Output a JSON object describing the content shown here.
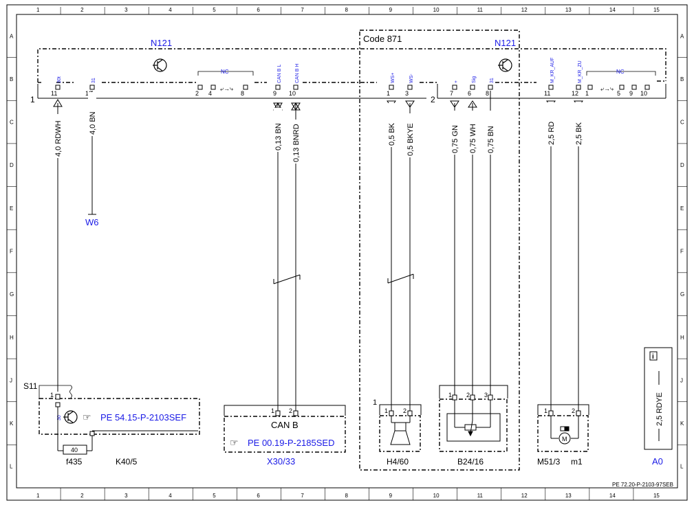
{
  "grid": {
    "columns": [
      "1",
      "2",
      "3",
      "4",
      "5",
      "6",
      "7",
      "8",
      "9",
      "10",
      "11",
      "12",
      "13",
      "14",
      "15"
    ],
    "rows": [
      "A",
      "B",
      "C",
      "D",
      "E",
      "F",
      "G",
      "H",
      "J",
      "K",
      "L"
    ]
  },
  "modules": {
    "n121_left": "N121",
    "n121_right": "N121",
    "code": "Code 871",
    "conn1": "1",
    "conn2": "2",
    "nc": "NC"
  },
  "pins_top": [
    {
      "id": "p11",
      "num": "11",
      "label": "30t"
    },
    {
      "id": "p12",
      "num": "12",
      "label": "31"
    },
    {
      "id": "p2",
      "num": "2",
      "label": ""
    },
    {
      "id": "p4",
      "num": "4",
      "label": ""
    },
    {
      "id": "p8",
      "num": "8",
      "label": ""
    },
    {
      "id": "p9",
      "num": "9",
      "label": "CAN B L"
    },
    {
      "id": "p10",
      "num": "10",
      "label": "CAN B H"
    },
    {
      "id": "p1w",
      "num": "1",
      "label": "WS+"
    },
    {
      "id": "p3w",
      "num": "3",
      "label": "WS-"
    },
    {
      "id": "p7b",
      "num": "7",
      "label": "+"
    },
    {
      "id": "p6b",
      "num": "6",
      "label": "Sig"
    },
    {
      "id": "p8b",
      "num": "8",
      "label": "31"
    },
    {
      "id": "p11m",
      "num": "11",
      "label": "M_KR_AUF"
    },
    {
      "id": "p12m",
      "num": "12",
      "label": "M_KR_ZU"
    },
    {
      "id": "p1r",
      "num": "1",
      "label": ""
    },
    {
      "id": "p5r",
      "num": "5",
      "label": ""
    },
    {
      "id": "p9r",
      "num": "9",
      "label": ""
    },
    {
      "id": "p10r",
      "num": "10",
      "label": ""
    }
  ],
  "wires": [
    {
      "id": "w1",
      "label": "4,0 RDWH"
    },
    {
      "id": "w2",
      "label": "4,0 BN"
    },
    {
      "id": "w3",
      "label": "0,13 BN"
    },
    {
      "id": "w4",
      "label": "0,13 BNRD"
    },
    {
      "id": "w5",
      "label": "0,5 BK"
    },
    {
      "id": "w6",
      "label": "0,5 BKYE"
    },
    {
      "id": "w7",
      "label": "0,75 GN"
    },
    {
      "id": "w8",
      "label": "0,75 WH"
    },
    {
      "id": "w9",
      "label": "0,75 BN"
    },
    {
      "id": "w10",
      "label": "2,5 RD"
    },
    {
      "id": "w11",
      "label": "2,5 BK"
    },
    {
      "id": "w12",
      "label": "2,5 RDYE"
    }
  ],
  "components": {
    "w6": "W6",
    "s11": "S11",
    "k40_ref": "PE 54.15-P-2103SEF",
    "fuse_val": "40",
    "f435": "f435",
    "k40": "K40/5",
    "canb": "CAN B",
    "x30_ref": "PE 00.19-P-2185SED",
    "x30": "X30/33",
    "h4": "H4/60",
    "b24": "B24/16",
    "m51": "M51/3",
    "m1": "m1",
    "a0": "A0",
    "info": "i",
    "motor": "M",
    "pin30_k40": "30",
    "pin1_k40": "1",
    "pin1": "1",
    "pin2": "2",
    "pin3": "3",
    "conn1_lower": "1"
  },
  "footer": "PE 72.20-P-2103-97SEB"
}
